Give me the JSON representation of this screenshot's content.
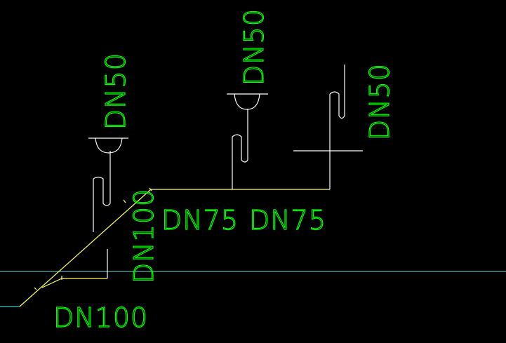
{
  "colors": {
    "background": "#000000",
    "pipe_white": "#ffffff",
    "pipe_yellow": "#ffff66",
    "label_green": "#00ff00",
    "reference_line": "#7fd7d7",
    "cyan_line": "#33cccc"
  },
  "labels": {
    "fixture_left": "DN50",
    "fixture_middle": "DN50",
    "fixture_right": "DN50",
    "branch_left": "DN75",
    "branch_right": "DN75",
    "riser": "DN100",
    "main": "DN100"
  }
}
